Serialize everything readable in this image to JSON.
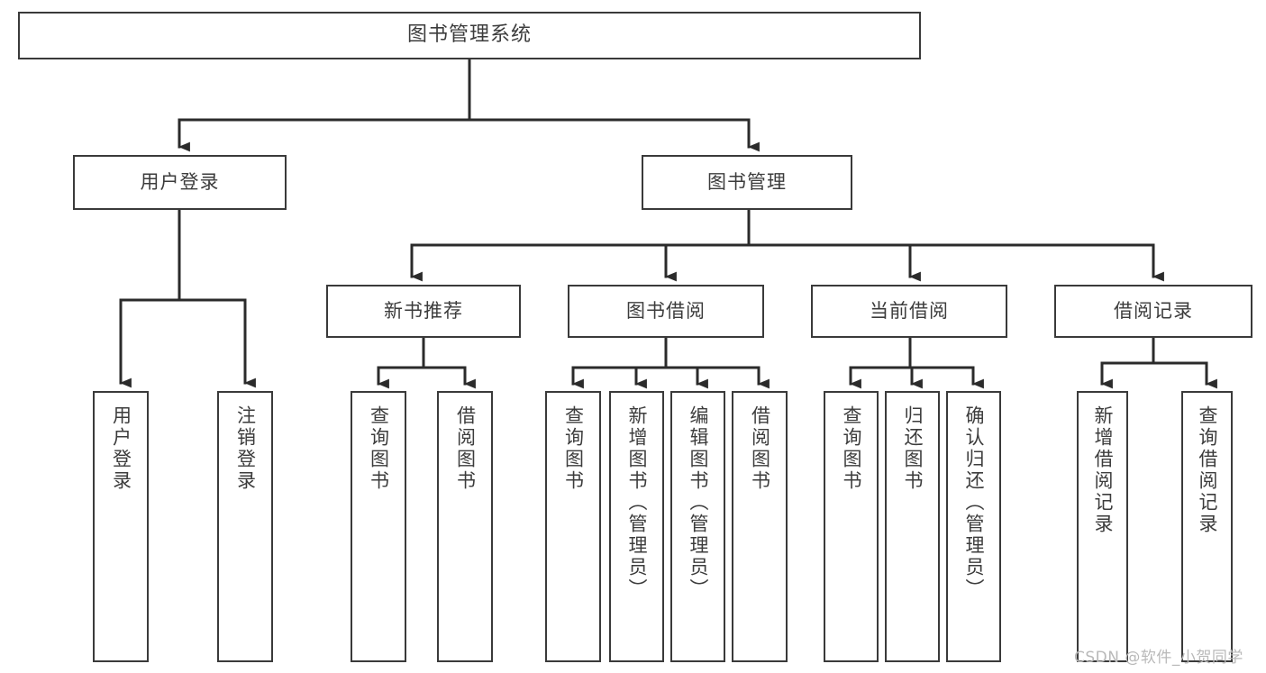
{
  "diagram": {
    "type": "tree-hierarchy",
    "title": "图书管理系统",
    "orientation": "top-down",
    "edge_style": "orthogonal-elbow-with-arrowheads",
    "colors": {
      "background": "#ffffff",
      "box_border": "#3a3a3a",
      "box_fill": "#ffffff",
      "text": "#3c3c3c",
      "edge": "#2b2b2b",
      "watermark": "#b9b9b9"
    }
  },
  "nodes": {
    "root": {
      "label": "图书管理系统",
      "level": 1
    },
    "level2": [
      {
        "id": "user-login",
        "label": "用户登录"
      },
      {
        "id": "book-manage",
        "label": "图书管理"
      }
    ],
    "level3": [
      {
        "id": "new-book-recommend",
        "label": "新书推荐",
        "parent": "book-manage"
      },
      {
        "id": "book-borrow",
        "label": "图书借阅",
        "parent": "book-manage"
      },
      {
        "id": "current-borrow",
        "label": "当前借阅",
        "parent": "book-manage"
      },
      {
        "id": "borrow-record",
        "label": "借阅记录",
        "parent": "book-manage"
      }
    ],
    "leaves": {
      "user-login": [
        {
          "id": "leaf-user-login",
          "label": "用户登录"
        },
        {
          "id": "leaf-user-logout",
          "label": "注销登录"
        }
      ],
      "new-book-recommend": [
        {
          "id": "leaf-query-book-1",
          "label": "查询图书"
        },
        {
          "id": "leaf-borrow-book-1",
          "label": "借阅图书"
        }
      ],
      "book-borrow": [
        {
          "id": "leaf-query-book-2",
          "label": "查询图书"
        },
        {
          "id": "leaf-add-book",
          "label": "新增图书（管理员）"
        },
        {
          "id": "leaf-edit-book",
          "label": "编辑图书（管理员）"
        },
        {
          "id": "leaf-borrow-book-2",
          "label": "借阅图书"
        }
      ],
      "current-borrow": [
        {
          "id": "leaf-query-book-3",
          "label": "查询图书"
        },
        {
          "id": "leaf-return-book",
          "label": "归还图书"
        },
        {
          "id": "leaf-confirm-return",
          "label": "确认归还（管理员）"
        }
      ],
      "borrow-record": [
        {
          "id": "leaf-add-borrow-record",
          "label": "新增借阅记录"
        },
        {
          "id": "leaf-query-borrow-record",
          "label": "查询借阅记录"
        }
      ]
    }
  },
  "watermark": {
    "text": "CSDN @软件_小贺同学"
  }
}
